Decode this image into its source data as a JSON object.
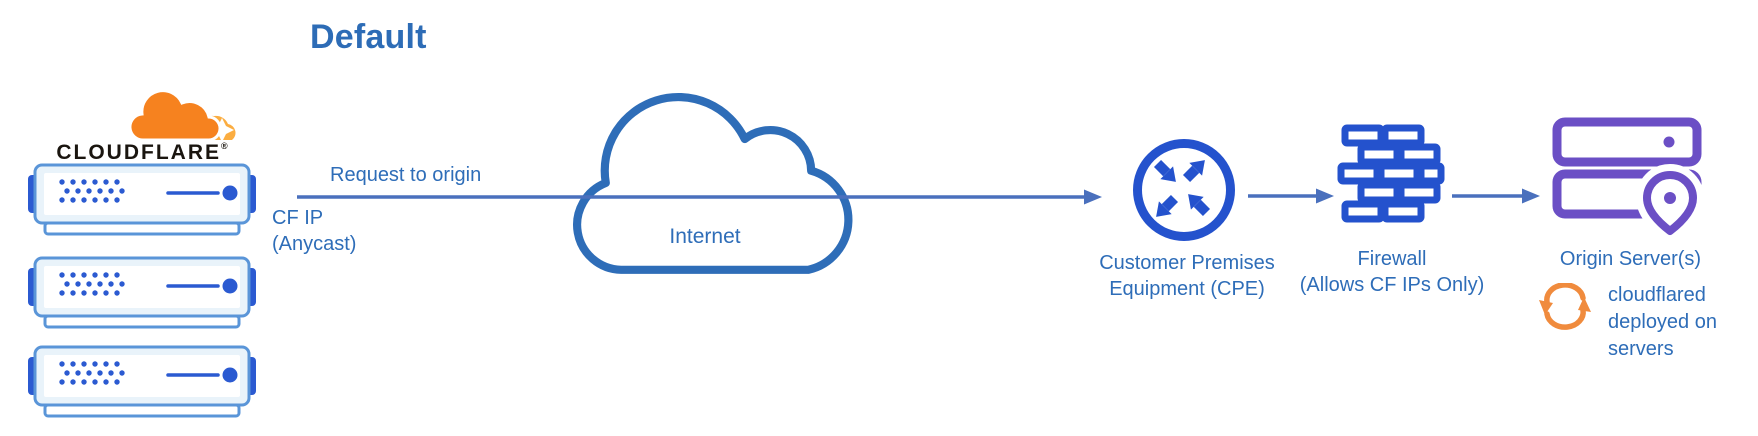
{
  "title": "Default",
  "colors": {
    "label_blue": "#2e6db8",
    "title_blue": "#2d6cb6",
    "connector_blue": "#4a70bd",
    "icon_blue": "#2452cd",
    "server_accent_blue": "#2b5ad1",
    "server_border_blue": "#5a95d8",
    "origin_purple": "#6b4fc5",
    "cloudflare_orange": "#f6821f",
    "cloudflare_orange_light": "#fbad41",
    "sync_orange": "#f08b3d",
    "wordmark_black": "#1a150f"
  },
  "cloudflare": {
    "wordmark": "CLOUDFLARE",
    "trademark": "®",
    "logo_icon": "cloudflare-cloud-icon",
    "server_icon": "edge-server-icon",
    "server_count": "3"
  },
  "connection": {
    "request_label": "Request to origin",
    "cf_ip_lines": [
      "CF IP",
      "(Anycast)"
    ],
    "arrow_icon": "right-arrow-icon"
  },
  "nodes": {
    "internet": {
      "label": "Internet",
      "icon": "internet-cloud-icon"
    },
    "cpe": {
      "label_lines": [
        "Customer Premises",
        "Equipment (CPE)"
      ],
      "icon": "router-icon"
    },
    "firewall": {
      "label_lines": [
        "Firewall",
        "(Allows CF IPs Only)"
      ],
      "icon": "brick-wall-icon"
    },
    "origin": {
      "label": "Origin Server(s)",
      "icon": "server-location-pin-icon",
      "note_icon": "sync-arrows-icon",
      "note_lines": [
        "cloudflared",
        "deployed on",
        "servers"
      ]
    }
  }
}
